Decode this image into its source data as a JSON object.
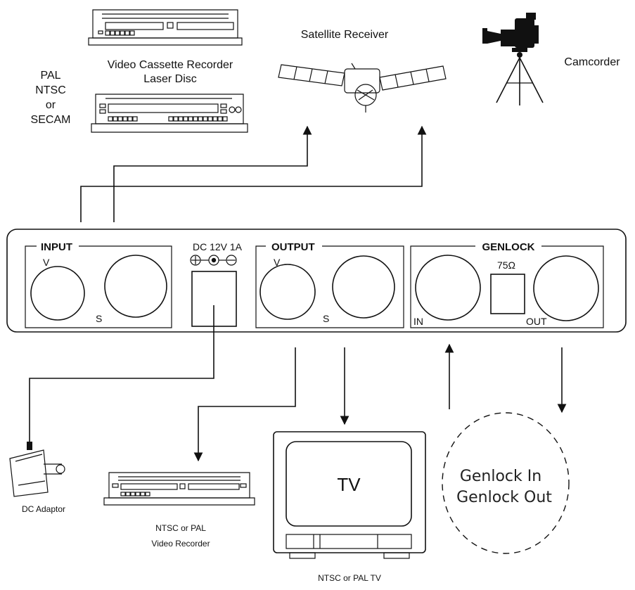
{
  "sources": {
    "vcr_label": "Video Cassette Recorder",
    "laser_label": "Laser Disc",
    "formats": [
      "PAL",
      "NTSC",
      "or",
      "SECAM"
    ],
    "satellite_label": "Satellite Receiver",
    "camcorder_label": "Camcorder"
  },
  "panel": {
    "input": {
      "title": "INPUT",
      "v": "V",
      "s": "S"
    },
    "power": {
      "label": "DC 12V 1A"
    },
    "output": {
      "title": "OUTPUT",
      "v": "V",
      "s": "S"
    },
    "genlock": {
      "title": "GENLOCK",
      "termination": "75Ω",
      "in": "IN",
      "out": "OUT"
    }
  },
  "outputs": {
    "adaptor_label": "DC Adaptor",
    "recorder_line1": "NTSC or PAL",
    "recorder_line2": "Video Recorder",
    "tv_screen": "TV",
    "tv_label": "NTSC or PAL TV",
    "genlock_line1": "Genlock In",
    "genlock_line2": "Genlock Out"
  }
}
